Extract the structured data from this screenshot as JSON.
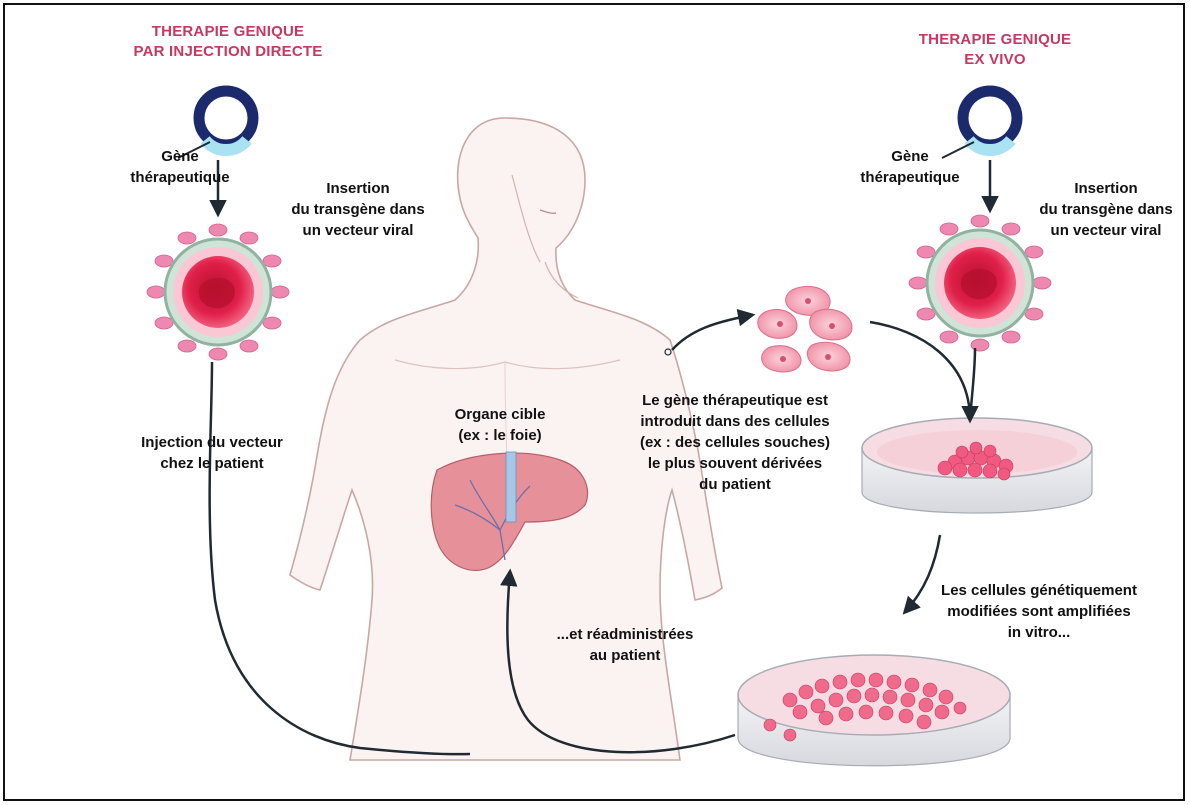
{
  "colors": {
    "title": "#c8375f",
    "arrow": "#1f2a33",
    "plasmid": "#1a2a6c",
    "transgene": "#a9e3f2",
    "virus_core": "#e0204a",
    "virus_spikes": "#ee88b0",
    "cells": "#f28aa2",
    "liver": "#e48a95"
  },
  "left": {
    "title": [
      "THERAPIE GENIQUE",
      "PAR INJECTION DIRECTE"
    ],
    "gene_label": [
      "Gène",
      "thérapeutique"
    ],
    "insertion_label": [
      "Insertion",
      "du transgène dans",
      "un vecteur viral"
    ],
    "injection_label": [
      "Injection du vecteur",
      "chez le patient"
    ]
  },
  "center": {
    "organ_label": [
      "Organe cible",
      "(ex : le foie)"
    ],
    "readministered_label": [
      "...et réadministrées",
      "au patient"
    ]
  },
  "right": {
    "title": [
      "THERAPIE GENIQUE",
      "EX VIVO"
    ],
    "gene_label": [
      "Gène",
      "thérapeutique"
    ],
    "insertion_label": [
      "Insertion",
      "du transgène dans",
      "un vecteur viral"
    ],
    "introduced_label": [
      "Le gène thérapeutique est",
      "introduit dans des cellules",
      "(ex : des cellules souches)",
      "le plus souvent dérivées",
      "du patient"
    ],
    "amplified_label": [
      "Les cellules génétiquement",
      "modifiées sont amplifiées",
      "in vitro..."
    ]
  }
}
